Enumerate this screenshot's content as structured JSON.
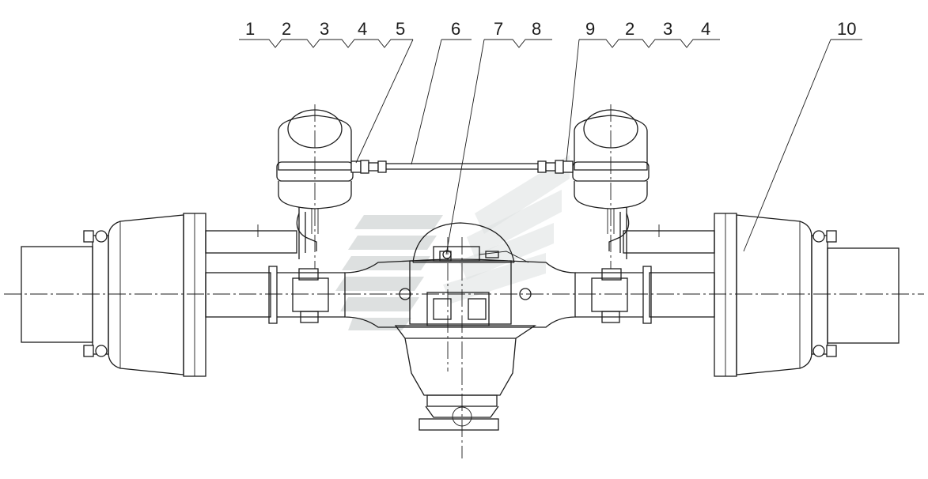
{
  "callouts": {
    "left_group": [
      "1",
      "2",
      "3",
      "4",
      "5"
    ],
    "tube": "6",
    "middle_group": [
      "7",
      "8"
    ],
    "right_group": [
      "9",
      "2",
      "3",
      "4"
    ],
    "hub": "10"
  },
  "colors": {
    "line": "#1c1c1c",
    "watermark": "#cfd3d3",
    "background": "#ffffff"
  }
}
